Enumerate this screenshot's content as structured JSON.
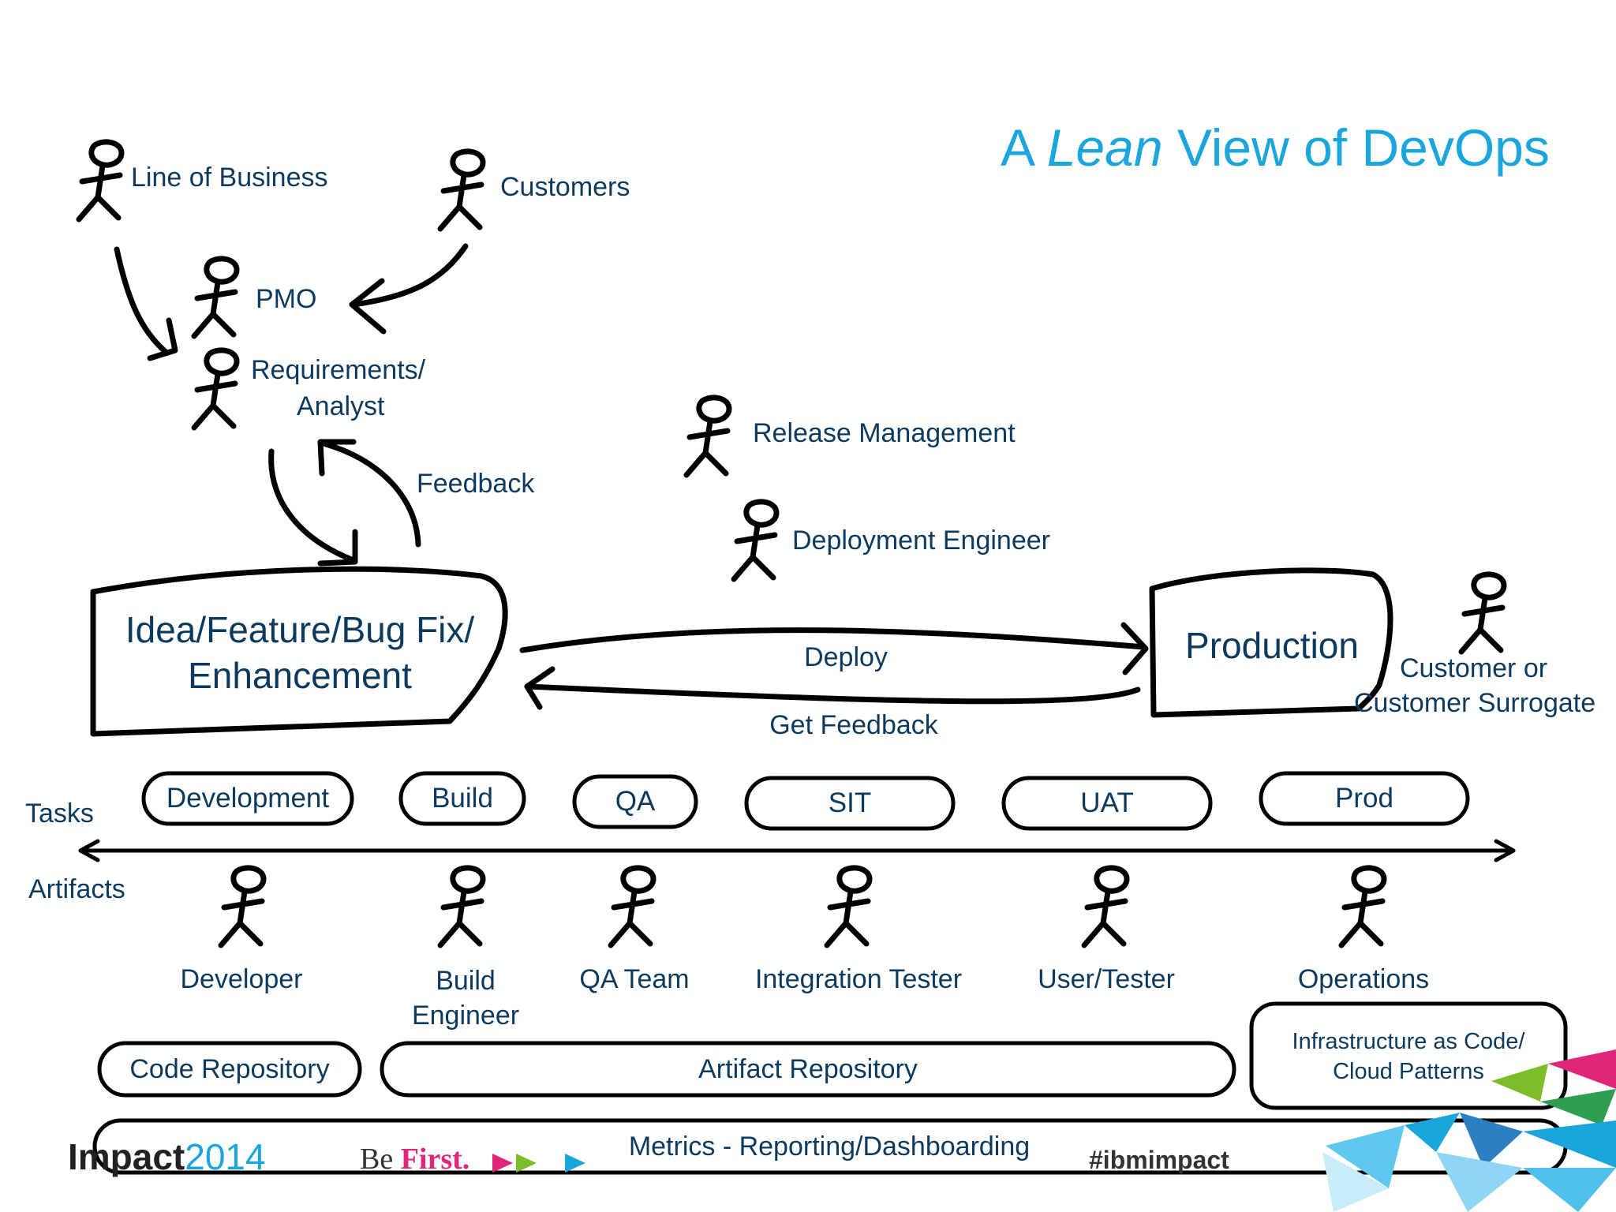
{
  "title": {
    "prefix": "A ",
    "emphasis": "Lean",
    "suffix": " View of DevOps"
  },
  "actors": {
    "line_of_business": "Line of Business",
    "customers": "Customers",
    "pmo": "PMO",
    "requirements_line1": "Requirements/",
    "requirements_line2": "Analyst",
    "release_management": "Release Management",
    "deployment_engineer": "Deployment Engineer",
    "customer_surrogate_line1": "Customer or",
    "customer_surrogate_line2": "Customer Surrogate"
  },
  "flows": {
    "feedback": "Feedback",
    "deploy": "Deploy",
    "get_feedback": "Get Feedback"
  },
  "boxes": {
    "idea_line1": "Idea/Feature/Bug Fix/",
    "idea_line2": "Enhancement",
    "production": "Production"
  },
  "axis": {
    "tasks": "Tasks",
    "artifacts": "Artifacts"
  },
  "tasks": [
    "Development",
    "Build",
    "QA",
    "SIT",
    "UAT",
    "Prod"
  ],
  "roles": {
    "developer": "Developer",
    "build_line1": "Build",
    "build_line2": "Engineer",
    "qa_team": "QA Team",
    "integration_tester": "Integration Tester",
    "user_tester": "User/Tester",
    "operations": "Operations"
  },
  "artifacts": {
    "code_repository": "Code Repository",
    "artifact_repository": "Artifact Repository",
    "infra_line1": "Infrastructure as Code/",
    "infra_line2": "Cloud Patterns",
    "metrics": "Metrics - Reporting/Dashboarding"
  },
  "footer": {
    "brand_impact": "Impact",
    "brand_year": "2014",
    "be": "Be",
    "first": "First.",
    "hashtag": "#ibmimpact"
  },
  "colors": {
    "title": "#1aa5dc",
    "text": "#0b3a5e",
    "stroke": "#000000",
    "brand_pink": "#e0267a",
    "brand_green": "#7cbd2a",
    "brand_blue": "#1aa5dc"
  }
}
